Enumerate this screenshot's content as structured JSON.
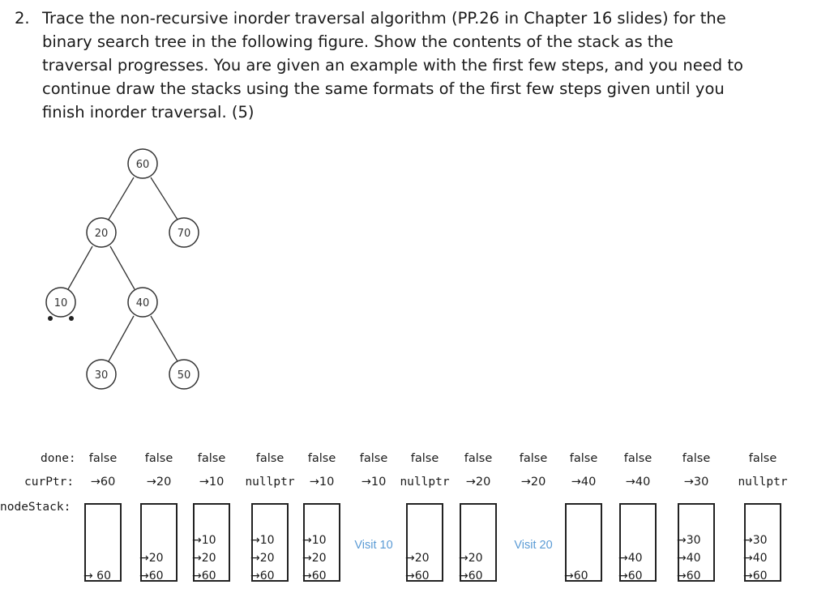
{
  "question": {
    "number": "2.",
    "lines": [
      "Trace the non-recursive inorder traversal algorithm (PP.26 in Chapter 16 slides) for the",
      "binary search tree in the following figure. Show the contents of the stack as the",
      "traversal progresses. You are given an example with the first few steps, and you need to",
      "continue draw the stacks using the same formats of the first few steps given until you",
      "finish inorder traversal. (5)"
    ]
  },
  "tree": {
    "nodes": [
      {
        "label": "60"
      },
      {
        "label": "20"
      },
      {
        "label": "70"
      },
      {
        "label": "10"
      },
      {
        "label": "40"
      },
      {
        "label": "30"
      },
      {
        "label": "50"
      }
    ]
  },
  "trace": {
    "done_label": "done:",
    "curptr_label": "curPtr:",
    "stack_label": "nodeStack:",
    "columns": [
      {
        "done": "false",
        "cur": "→60",
        "stack": [
          "→ 60"
        ]
      },
      {
        "done": "false",
        "cur": "→20",
        "stack": [
          "→20",
          "→60"
        ]
      },
      {
        "done": "false",
        "cur": "→10",
        "stack": [
          "→10",
          "→20",
          "→60"
        ]
      },
      {
        "done": "false",
        "cur": "nullptr",
        "stack": [
          "→10",
          "→20",
          "→60"
        ]
      },
      {
        "done": "false",
        "cur": "→10",
        "stack": [
          "→10",
          "→20",
          "→60"
        ]
      },
      {
        "done": "false",
        "cur": "→10",
        "visit": "Visit 10"
      },
      {
        "done": "false",
        "cur": "nullptr",
        "stack": [
          "→20",
          "→60"
        ]
      },
      {
        "done": "false",
        "cur": "→20",
        "stack": [
          "→20",
          "→60"
        ]
      },
      {
        "done": "false",
        "cur": "→20",
        "visit": "Visit 20"
      },
      {
        "done": "false",
        "cur": "→40",
        "stack": [
          "→60"
        ]
      },
      {
        "done": "false",
        "cur": "→40",
        "stack": [
          "→40",
          "→60"
        ]
      },
      {
        "done": "false",
        "cur": "→30",
        "stack": [
          "→30",
          "→40",
          "→60"
        ]
      },
      {
        "done": "false",
        "cur": "nullptr",
        "stack": [
          "→30",
          "→40",
          "→60"
        ]
      }
    ]
  },
  "colors": {
    "visit_text": "#5b9bd5",
    "ink": "#1a1a1a"
  }
}
